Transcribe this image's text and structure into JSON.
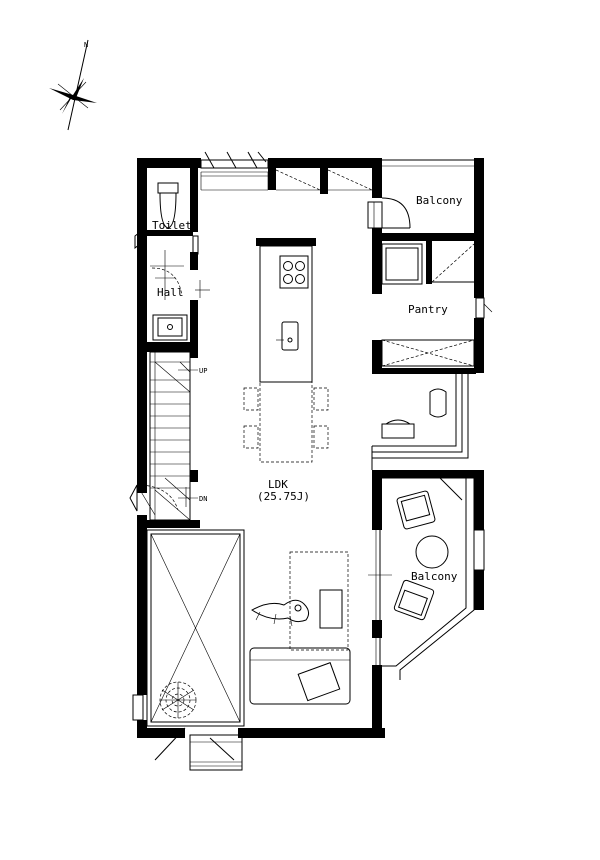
{
  "compass": {
    "north_label": "N"
  },
  "rooms": {
    "toilet": "Toilet",
    "hall": "Hall",
    "balcony_top": "Balcony",
    "pantry": "Pantry",
    "ldk": "LDK",
    "ldk_area": "(25.75J)",
    "balcony_right": "Balcony"
  },
  "stairs": {
    "up": "UP",
    "dn": "DN"
  }
}
